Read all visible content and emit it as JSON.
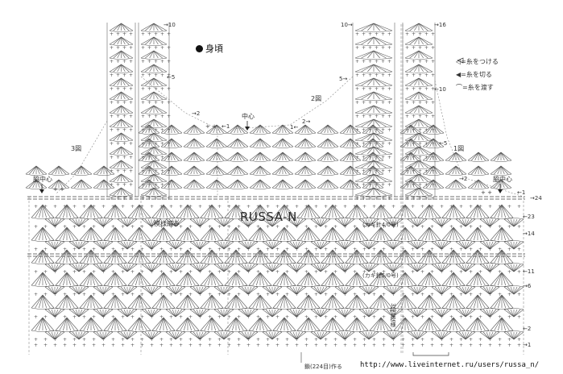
{
  "diagram": {
    "title": "身頃",
    "legend": [
      {
        "symbol": "◁",
        "text": "=糸をつける"
      },
      {
        "symbol": "◀",
        "text": "=糸を切る"
      },
      {
        "symbol": "⌒",
        "text": "=糸を渡す"
      }
    ],
    "section_labels": {
      "left": "3図",
      "center": "2図",
      "right": "1図"
    },
    "markers": {
      "side_center_left": "脇中心",
      "side_center_right": "脇中心",
      "center": "中心"
    },
    "notes": {
      "pattern_stitch": "模様編み",
      "hook_4": "(カギ針4/0号)",
      "hook_5": "(カギ針5/0号)",
      "rows_label": "3段1模様",
      "start": "鎖(224目)作る",
      "watermark": "RUSSA-N",
      "url": "http://www.liveinternet.ru/users/russa_n/"
    },
    "row_numbers_right": [
      "24",
      "23",
      "14",
      "11",
      "6",
      "2",
      "1"
    ],
    "row_numbers_top": {
      "left_strap_top": "10",
      "left_strap_mid": "5",
      "left_yoke": "2",
      "left_start": "1",
      "right_strap_top": "16",
      "right_strap_inner": "10",
      "right_strap_mid": "5",
      "right_yoke": "2",
      "right_start": "1",
      "right_side_10": "10",
      "right_side_5": "5",
      "right_side_2": "2",
      "right_side_1": "1"
    },
    "stitch_counts": {
      "left_plus": "+ +",
      "center_plus": "+ +",
      "right_plus": "+ +"
    }
  }
}
